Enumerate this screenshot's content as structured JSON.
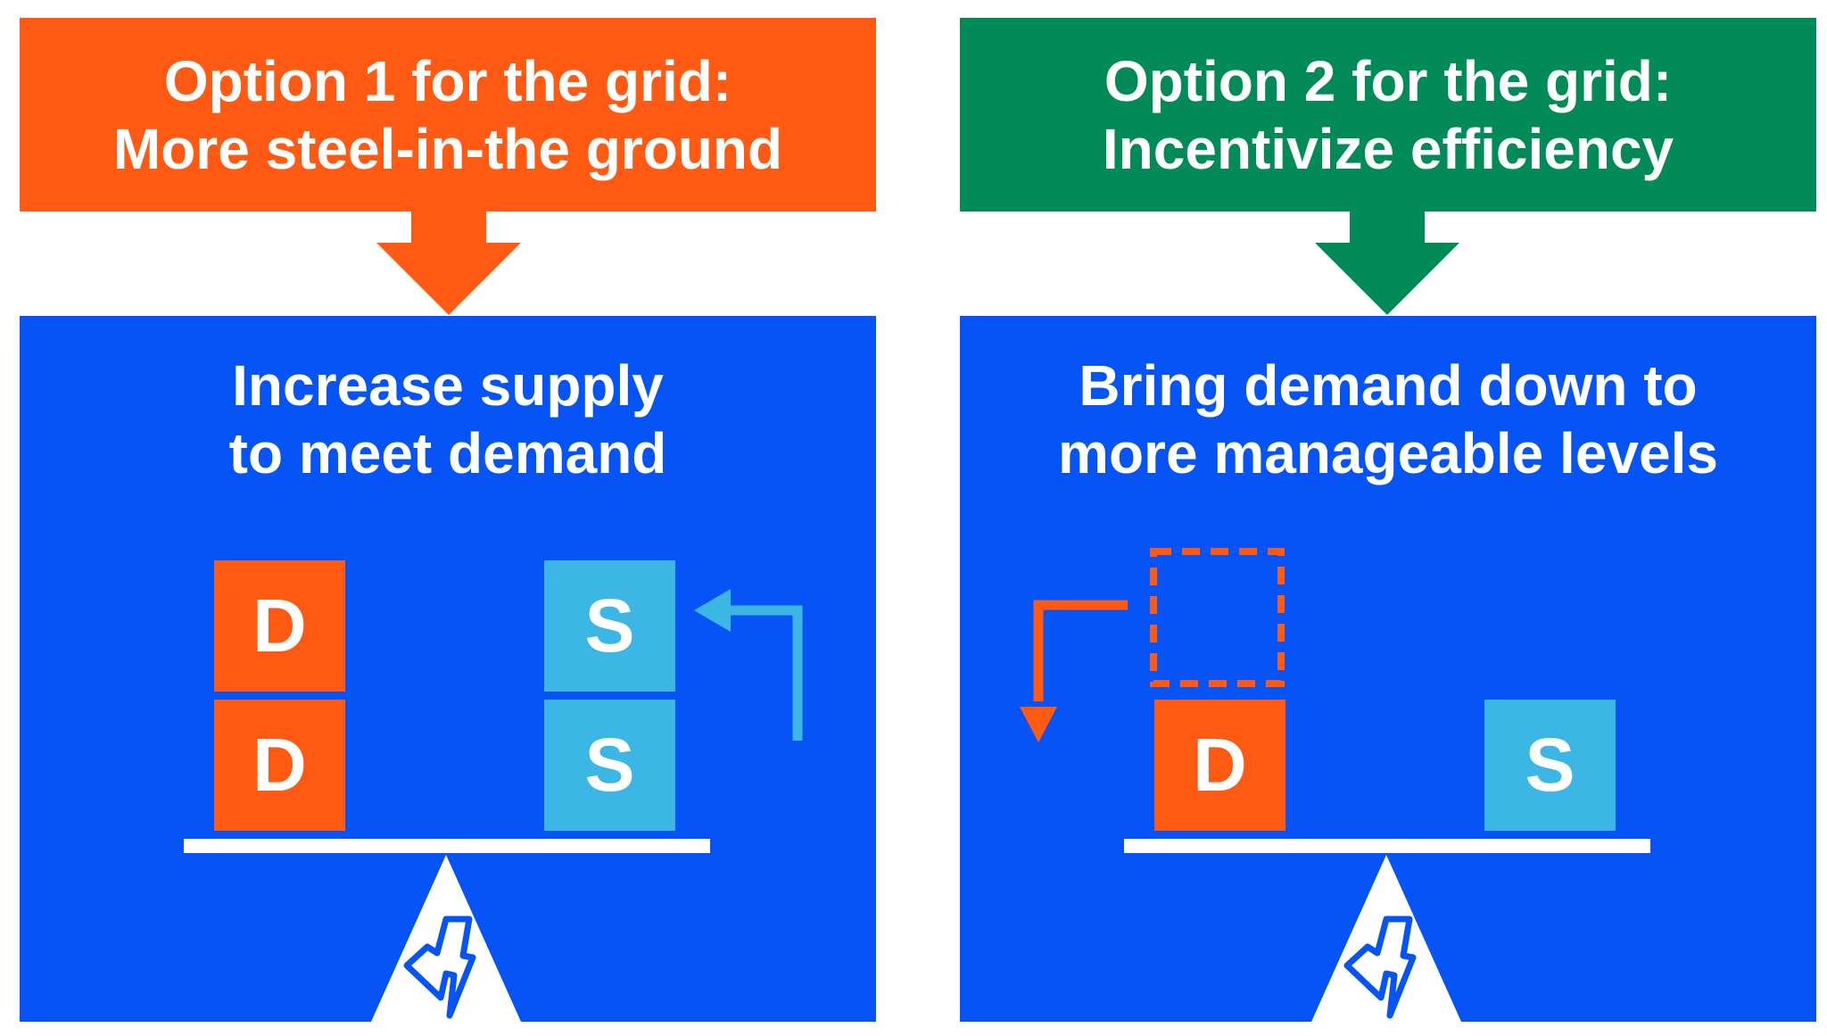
{
  "colors": {
    "option1": "#ff5a13",
    "option2": "#028a58",
    "panel": "#0754f6",
    "demand_box": "#ff5a13",
    "supply_box": "#3cb6e4",
    "arrow_supply": "#3cb6e4",
    "arrow_demand": "#ff5a13"
  },
  "option1": {
    "header_line1": "Option 1 for the grid:",
    "header_line2": "More steel-in-the ground",
    "panel_line1": "Increase supply",
    "panel_line2": "to meet demand",
    "demand_boxes": [
      "D",
      "D"
    ],
    "supply_boxes": [
      "S",
      "S"
    ],
    "icon": "lightning-bolt-icon"
  },
  "option2": {
    "header_line1": "Option 2 for the grid:",
    "header_line2": "Incentivize efficiency",
    "panel_line1": "Bring demand down to",
    "panel_line2": "more manageable levels",
    "demand_boxes": [
      "D"
    ],
    "supply_boxes": [
      "S"
    ],
    "icon": "lightning-bolt-icon"
  }
}
